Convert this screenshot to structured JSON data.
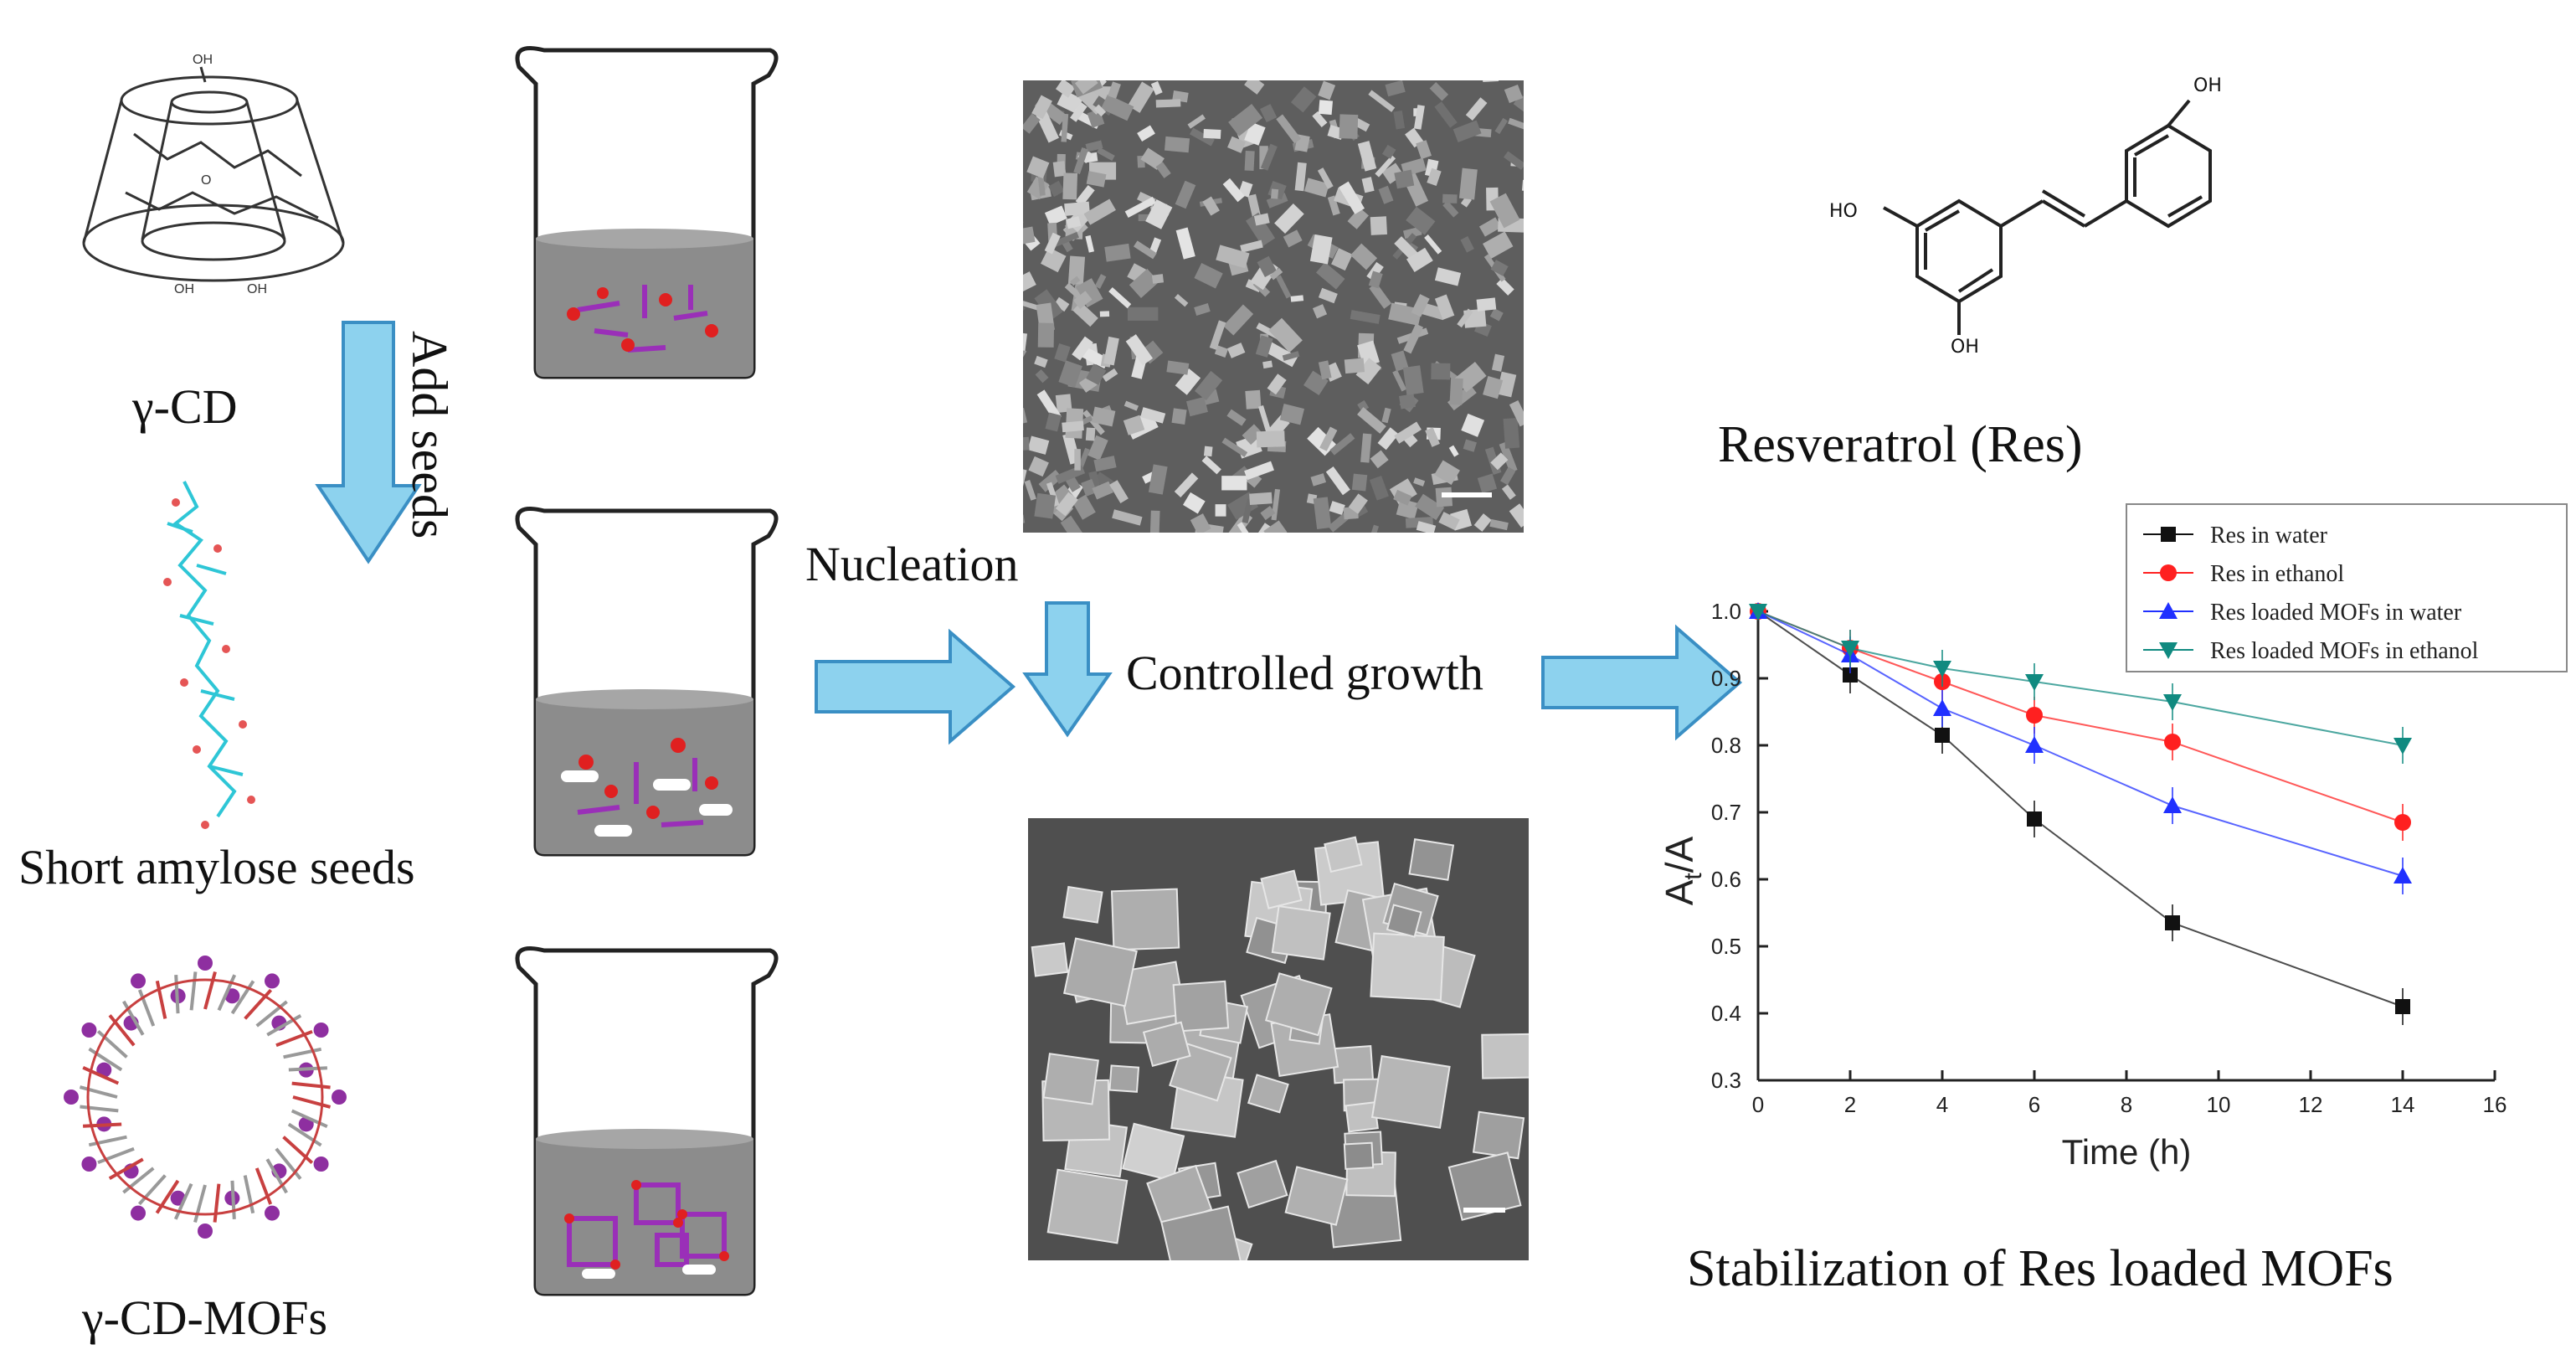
{
  "labels": {
    "gamma_cd": "γ-CD",
    "add_seeds": "Add seeds",
    "short_amylose_seeds": "Short amylose seeds",
    "gamma_cd_mofs": "γ-CD-MOFs",
    "nucleation": "Nucleation",
    "controlled_growth": "Controlled growth",
    "resveratrol": "Resveratrol (Res)",
    "stabilization": "Stabilization of Res loaded MOFs",
    "oh": "OH",
    "ho": "HO"
  },
  "colors": {
    "arrow_fill": "#8dd2ee",
    "arrow_stroke": "#3a8fc4",
    "liquid": "#8c8c8c",
    "sem_bg": "#5e5e5e"
  },
  "chart_data": {
    "type": "line",
    "xlabel": "Time (h)",
    "ylabel_main": "A",
    "ylabel_sub": "t",
    "ylabel_tail": "/A",
    "xlim": [
      0,
      16
    ],
    "ylim": [
      0.3,
      1.0
    ],
    "x_ticks": [
      "0",
      "2",
      "4",
      "6",
      "8",
      "10",
      "12",
      "14",
      "16"
    ],
    "y_ticks": [
      "0.3",
      "0.4",
      "0.5",
      "0.6",
      "0.7",
      "0.8",
      "0.9",
      "1.0"
    ],
    "legend_position": "top-right",
    "x": [
      0,
      2,
      4,
      6,
      9,
      14
    ],
    "series": [
      {
        "name": "Res in water",
        "color": "#111111",
        "marker": "square",
        "values": [
          1.0,
          0.905,
          0.815,
          0.69,
          0.535,
          0.41
        ]
      },
      {
        "name": "Res in ethanol",
        "color": "#ff2020",
        "marker": "circle",
        "values": [
          1.0,
          0.945,
          0.895,
          0.845,
          0.805,
          0.685
        ]
      },
      {
        "name": "Res loaded MOFs in water",
        "color": "#2030ff",
        "marker": "triangle-up",
        "values": [
          1.0,
          0.935,
          0.855,
          0.8,
          0.71,
          0.605
        ]
      },
      {
        "name": "Res loaded MOFs in ethanol",
        "color": "#108a80",
        "marker": "triangle-down",
        "values": [
          1.0,
          0.945,
          0.915,
          0.895,
          0.865,
          0.8
        ]
      }
    ]
  }
}
